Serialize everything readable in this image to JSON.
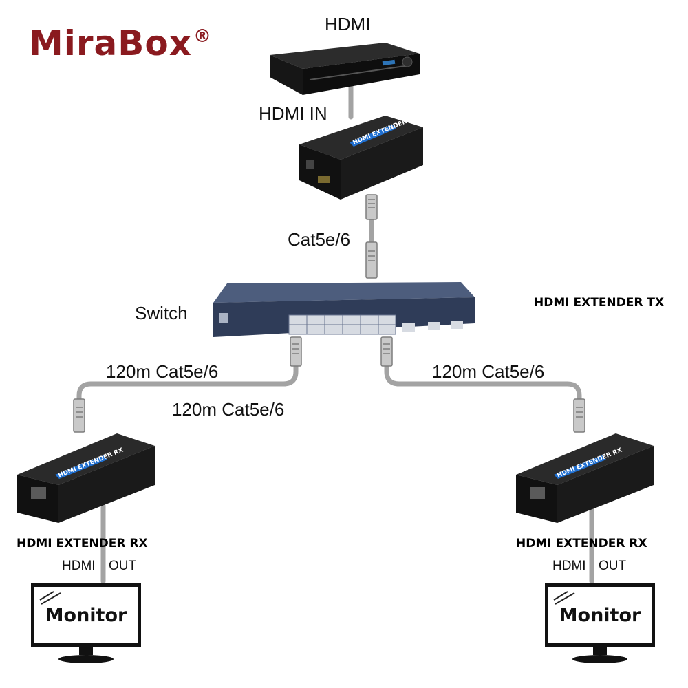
{
  "brand": {
    "name": "MiraBox",
    "mark": "®"
  },
  "labels": {
    "hdmi_source": "HDMI",
    "hdmi_in": "HDMI IN",
    "cat_top": "Cat5e/6",
    "switch": "Switch",
    "tx_title": "HDMI EXTENDER TX",
    "cable_left_upper": "120m Cat5e/6",
    "cable_left_lower": "120m Cat5e/6",
    "cable_right": "120m Cat5e/6",
    "rx_left_title": "HDMI EXTENDER RX",
    "rx_right_title": "HDMI EXTENDER RX",
    "hdmi_out_left_a": "HDMI",
    "hdmi_out_left_b": "OUT",
    "hdmi_out_right_a": "HDMI",
    "hdmi_out_right_b": "OUT",
    "monitor_left": "Monitor",
    "monitor_right": "Monitor"
  },
  "device_print": {
    "tx_box": "HDMI EXTENDER TX",
    "rx_box_left": "HDMI EXTENDER RX",
    "rx_box_right": "HDMI EXTENDER RX"
  },
  "colors": {
    "brand": "#8a1a1f",
    "device": "#141414",
    "accent": "#1f6fd0",
    "cable": "#9a9a9a",
    "switch": "#3b4a66"
  }
}
